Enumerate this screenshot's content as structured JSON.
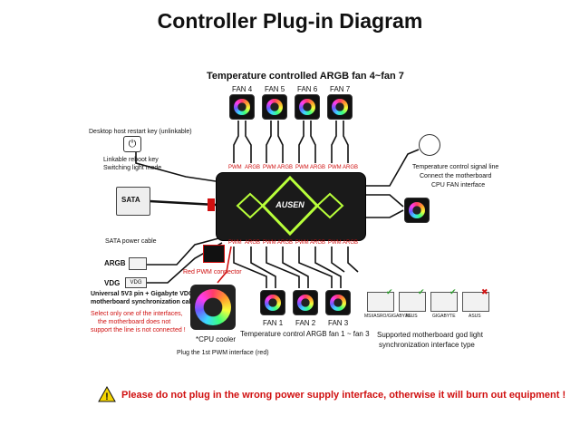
{
  "title": "Controller Plug-in Diagram",
  "top_label": "Temperature controlled ARGB fan 4~fan 7",
  "top_fans": [
    "FAN 4",
    "FAN 5",
    "FAN 6",
    "FAN 7"
  ],
  "bottom_fans": [
    "FAN 1",
    "FAN 2",
    "FAN 3"
  ],
  "port_pwm": "PWM",
  "port_argb": "ARGB",
  "hub_logo": "AUSEN",
  "left": {
    "restart_key": "Desktop host restart key (unlinkable)",
    "reboot_key_1": "Linkable reboot key",
    "reboot_key_2": "Switching light mode",
    "sata_connector": "SATA",
    "sata_cable": "SATA power cable",
    "argb": "ARGB",
    "vdg": "VDG",
    "vdg_plug": "VDG",
    "universal_1": "Universal 5V3 pin + Gigabyte VDG",
    "universal_2": "motherboard synchronization cable",
    "select_1": "Select only one of the interfaces,",
    "select_2": "the motherboard does not",
    "select_3": "support the line is not connected !",
    "red_pwm": "Red PWM connector",
    "cpu_cooler": "*CPU cooler",
    "plug_first": "Plug the 1st PWM interface (red)"
  },
  "right": {
    "signal_1": "Temperature control signal line",
    "signal_2": "Connect the motherboard",
    "signal_3": "CPU FAN interface",
    "supported_1": "Supported motherboard god light",
    "supported_2": "synchronization interface type",
    "types": [
      "MSI/ASRO/GIGABYTE",
      "ASUS",
      "GIGABYTE",
      "ASUS"
    ]
  },
  "bottom_label": "Temperature control ARGB fan 1 ~ fan 3",
  "warning": "Please do not plug in the wrong power supply interface, otherwise it will burn out equipment !",
  "colors": {
    "warning_red": "#d01010",
    "hub_green": "#b8ff3a",
    "warning_yellow": "#f5d400"
  }
}
